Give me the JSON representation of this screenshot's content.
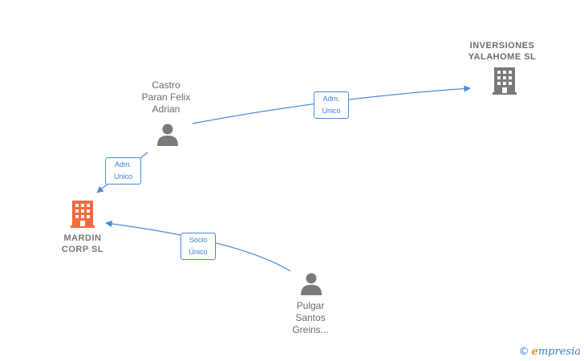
{
  "nodes": {
    "castro": {
      "lines": [
        "Castro",
        "Paran Felix",
        "Adrian"
      ]
    },
    "inversiones": {
      "lines": [
        "INVERSIONES",
        "YALAHOME  SL"
      ]
    },
    "mardin": {
      "lines": [
        "MARDIN",
        "CORP  SL"
      ]
    },
    "pulgar": {
      "lines": [
        "Pulgar",
        "Santos",
        "Greiris..."
      ]
    }
  },
  "edges": {
    "castro_inversiones": {
      "lines": [
        "Adm.",
        "Unico"
      ]
    },
    "castro_mardin": {
      "lines": [
        "Adm.",
        "Unico"
      ]
    },
    "pulgar_mardin": {
      "lines": [
        "Socio",
        "Único"
      ]
    }
  },
  "brand": {
    "copyright": "©",
    "initial": "e",
    "name": "mpresia"
  },
  "colors": {
    "edge": "#4a8bdc",
    "company_highlight": "#f26a3d",
    "company_default": "#7a7a7a",
    "person": "#7a7a7a"
  }
}
